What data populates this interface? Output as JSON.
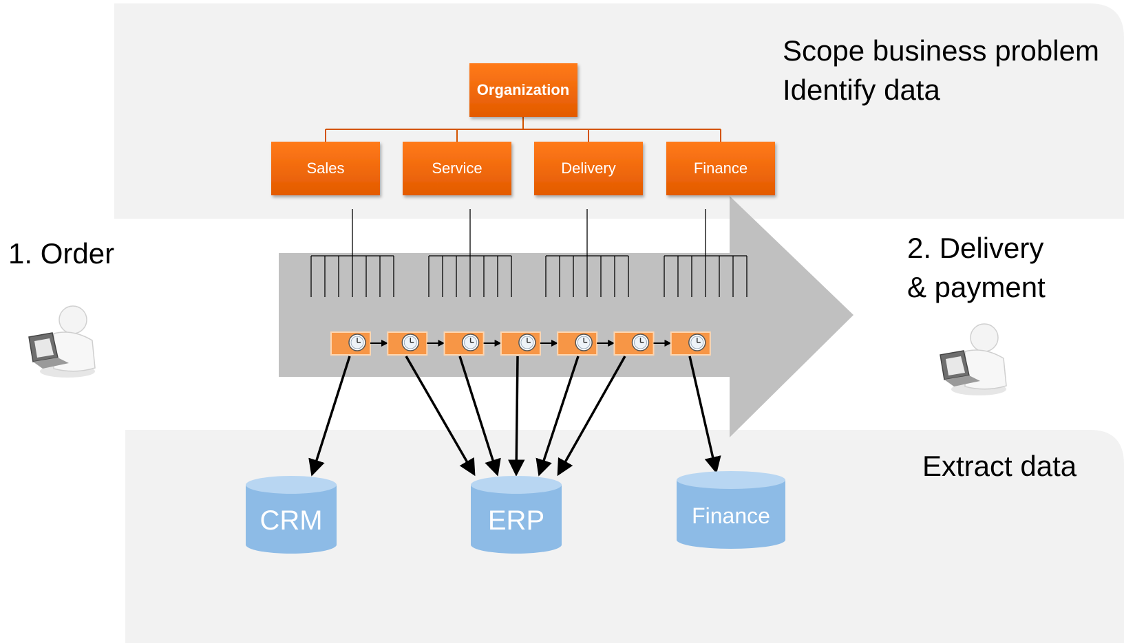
{
  "texts": {
    "scope_line1": "Scope business problem",
    "scope_line2": "Identify data",
    "order": "1. Order",
    "delivery_line1": "2. Delivery",
    "delivery_line2": "& payment",
    "extract": "Extract data"
  },
  "org": {
    "root": "Organization",
    "departments": [
      "Sales",
      "Service",
      "Delivery",
      "Finance"
    ]
  },
  "process": {
    "step_count": 7,
    "step_icon": "clock-icon"
  },
  "databases": [
    "CRM",
    "ERP",
    "Finance"
  ],
  "icons": {
    "left_person": "person-laptop-icon",
    "right_person": "person-laptop-icon"
  },
  "colors": {
    "band": "#f2f2f2",
    "org_box_top": "#ff7a1a",
    "org_box_bottom": "#e05a00",
    "arrow": "#c0c0c0",
    "step": "#f79646",
    "database": "#8dbbe6",
    "database_top": "#b8d6f2"
  }
}
